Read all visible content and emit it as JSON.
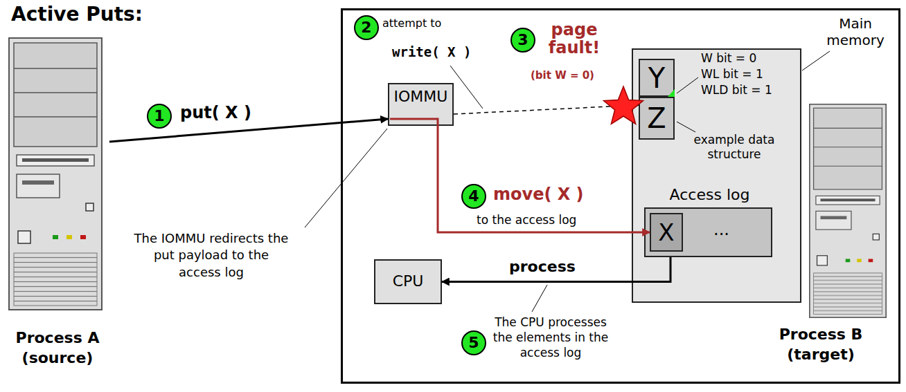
{
  "diagram": {
    "title": "Active Puts:",
    "nodes": [
      {
        "text": [
          "Process A (source)"
        ]
      },
      {
        "text": [
          "Process B (target)"
        ]
      },
      {
        "text": [
          "IOMMU"
        ],
        "in": 1
      },
      {
        "text": [
          "Main memory"
        ],
        "in": 1
      },
      {
        "text": [
          "Y"
        ],
        "in": 3
      },
      {
        "text": [
          "Z"
        ],
        "in": 3
      },
      {
        "text": [
          "Access log"
        ],
        "in": 3
      },
      {
        "text": [
          "X"
        ],
        "in": 6
      },
      {
        "text": [
          "CPU"
        ],
        "in": 1
      }
    ],
    "edges": [
      {
        "from": 0,
        "to": 2,
        "arrow": "to",
        "label": "put( X )"
      },
      {
        "from": 2,
        "to": 5,
        "arrow": "to"
      },
      {
        "from": 2,
        "to": 7,
        "arrow": "to",
        "label": "move( X )"
      },
      {
        "from": 6,
        "to": 8,
        "arrow": "to",
        "label": "process"
      }
    ],
    "labels": [
      "1",
      "2",
      "attempt to",
      "write( X )",
      "3",
      "page fault!",
      "(bit W = 0)",
      "W bit = 0",
      "WL bit = 1",
      "WLD bit = 1",
      "example data structure",
      "4",
      "to the access log",
      "...",
      "The IOMMU redirects the put payload to the access log",
      "5",
      "The CPU processes the elements in the access log"
    ]
  }
}
